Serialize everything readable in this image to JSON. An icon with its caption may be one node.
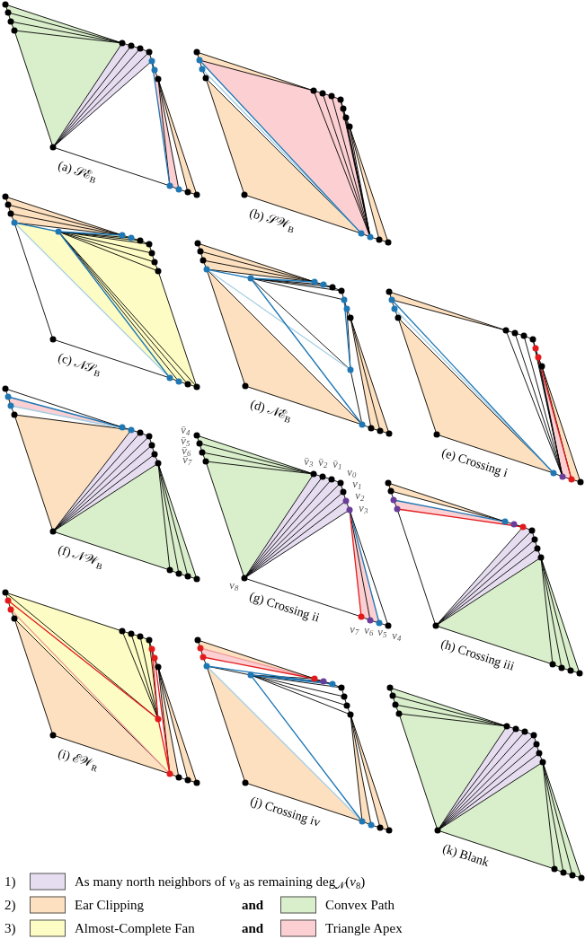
{
  "diagram": {
    "labels": [
      "(a) 𝒮ℰ$_{B}$",
      "(b) 𝒮𝒲$_{B}$",
      "(c) 𝒩𝒮$_{B}$",
      "(d) 𝒩ℰ$_{B}$",
      "(e) Crossing i",
      "(f) 𝒩𝒲$_{B}$",
      "v̄$_{4}$",
      "v̄$_{5}$",
      "v̄$_{6}$",
      "v̄$_{7}$",
      "v̄$_{3}$",
      "v̄$_{2}$",
      "v̄$_{1}$",
      "v$_{0}$",
      "v$_{1}$",
      "v$_{2}$",
      "v$_{3}$",
      "v$_{8}$",
      "v$_{7}$",
      "v$_{6}$",
      "v$_{5}$",
      "v$_{4}$",
      "(g) Crossing ii",
      "(h) Crossing iii",
      "(i) ℰ𝒲$_{R}$",
      "(j) Crossing iv",
      "(k) Blank",
      "1)",
      "2)",
      "and",
      "3)",
      "and"
    ],
    "legend": [
      {
        "text": "As many north neighbors of *v*$_{8}$ as remaining deg$_{𝒩}$(*v*$_{8}$)",
        "color": "#e6def0"
      },
      {
        "text": "Ear Clipping",
        "color": "#fde0bf"
      },
      {
        "text": "Convex Path",
        "color": "#d9eecb"
      },
      {
        "text": "Almost-Complete Fan",
        "color": "#fdfcc4"
      },
      {
        "text": "Triangle Apex",
        "color": "#fcd0d3"
      }
    ]
  }
}
